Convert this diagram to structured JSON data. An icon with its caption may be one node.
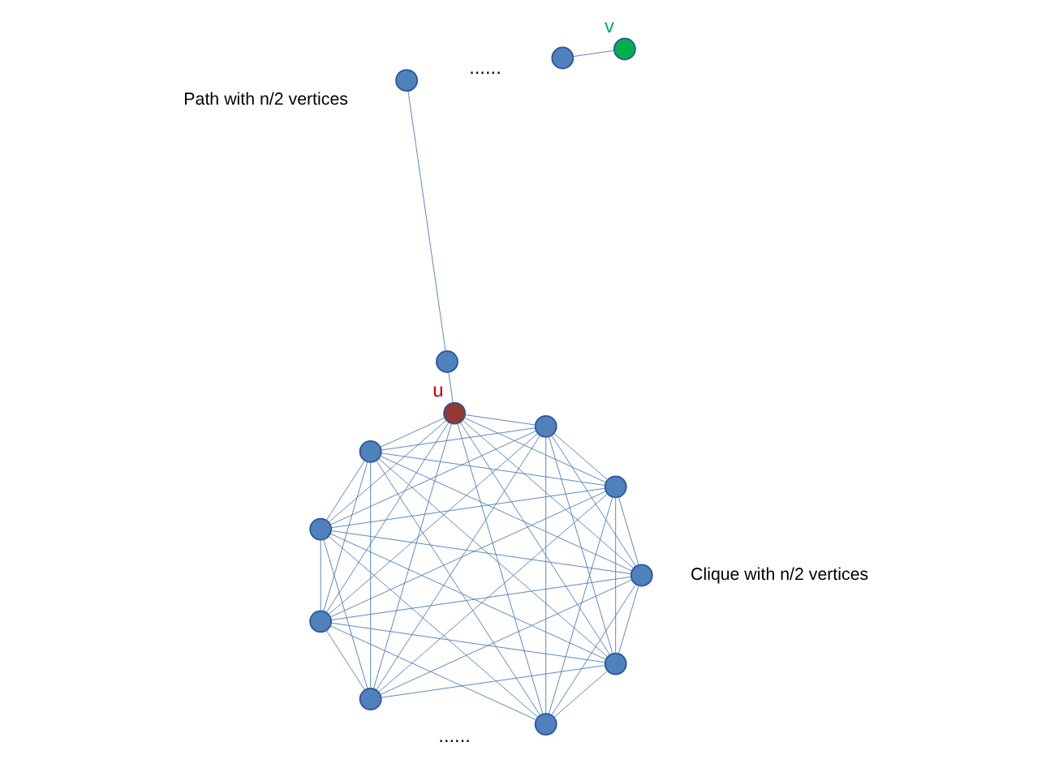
{
  "diagram": {
    "nodes": [
      {
        "text": [],
        "shape": "circle"
      },
      {
        "text": [],
        "shape": "circle"
      },
      {
        "text": [],
        "shape": "circle"
      },
      {
        "text": [],
        "shape": "circle"
      },
      {
        "text": [],
        "shape": "circle",
        "beside": [
          "u"
        ]
      },
      {
        "text": [],
        "shape": "circle"
      },
      {
        "text": [],
        "shape": "circle"
      },
      {
        "text": [],
        "shape": "circle"
      },
      {
        "text": [],
        "shape": "circle"
      },
      {
        "text": [],
        "shape": "circle"
      },
      {
        "text": [],
        "shape": "circle"
      },
      {
        "text": [],
        "shape": "circle"
      },
      {
        "text": [],
        "shape": "circle"
      },
      {
        "text": [],
        "shape": "circle",
        "beside": [
          "v"
        ]
      }
    ],
    "edges": [
      {
        "from": 0,
        "to": 1,
        "arrow": "none"
      },
      {
        "from": 0,
        "to": 2,
        "arrow": "none"
      },
      {
        "from": 0,
        "to": 3,
        "arrow": "none"
      },
      {
        "from": 0,
        "to": 4,
        "arrow": "none"
      },
      {
        "from": 0,
        "to": 5,
        "arrow": "none"
      },
      {
        "from": 0,
        "to": 6,
        "arrow": "none"
      },
      {
        "from": 0,
        "to": 7,
        "arrow": "none"
      },
      {
        "from": 0,
        "to": 8,
        "arrow": "none"
      },
      {
        "from": 0,
        "to": 9,
        "arrow": "none"
      },
      {
        "from": 1,
        "to": 2,
        "arrow": "none"
      },
      {
        "from": 1,
        "to": 3,
        "arrow": "none"
      },
      {
        "from": 1,
        "to": 4,
        "arrow": "none"
      },
      {
        "from": 1,
        "to": 5,
        "arrow": "none"
      },
      {
        "from": 1,
        "to": 6,
        "arrow": "none"
      },
      {
        "from": 1,
        "to": 7,
        "arrow": "none"
      },
      {
        "from": 1,
        "to": 8,
        "arrow": "none"
      },
      {
        "from": 1,
        "to": 9,
        "arrow": "none"
      },
      {
        "from": 2,
        "to": 3,
        "arrow": "none"
      },
      {
        "from": 2,
        "to": 4,
        "arrow": "none"
      },
      {
        "from": 2,
        "to": 6,
        "arrow": "none"
      },
      {
        "from": 2,
        "to": 7,
        "arrow": "none"
      },
      {
        "from": 2,
        "to": 8,
        "arrow": "none"
      },
      {
        "from": 2,
        "to": 9,
        "arrow": "none"
      },
      {
        "from": 3,
        "to": 4,
        "arrow": "none"
      },
      {
        "from": 3,
        "to": 5,
        "arrow": "none"
      },
      {
        "from": 3,
        "to": 6,
        "arrow": "none"
      },
      {
        "from": 3,
        "to": 7,
        "arrow": "none"
      },
      {
        "from": 3,
        "to": 8,
        "arrow": "none"
      },
      {
        "from": 3,
        "to": 9,
        "arrow": "none"
      },
      {
        "from": 4,
        "to": 5,
        "arrow": "none"
      },
      {
        "from": 4,
        "to": 6,
        "arrow": "none"
      },
      {
        "from": 4,
        "to": 7,
        "arrow": "none"
      },
      {
        "from": 4,
        "to": 8,
        "arrow": "none"
      },
      {
        "from": 4,
        "to": 9,
        "arrow": "none"
      },
      {
        "from": 5,
        "to": 6,
        "arrow": "none"
      },
      {
        "from": 5,
        "to": 7,
        "arrow": "none"
      },
      {
        "from": 5,
        "to": 8,
        "arrow": "none"
      },
      {
        "from": 5,
        "to": 9,
        "arrow": "none"
      },
      {
        "from": 6,
        "to": 7,
        "arrow": "none"
      },
      {
        "from": 6,
        "to": 8,
        "arrow": "none"
      },
      {
        "from": 6,
        "to": 9,
        "arrow": "none"
      },
      {
        "from": 7,
        "to": 8,
        "arrow": "none"
      },
      {
        "from": 7,
        "to": 9,
        "arrow": "none"
      },
      {
        "from": 8,
        "to": 9,
        "arrow": "none"
      },
      {
        "from": 4,
        "to": 10,
        "arrow": "none"
      },
      {
        "from": 10,
        "to": 11,
        "arrow": "none"
      },
      {
        "from": 12,
        "to": 13,
        "arrow": "none"
      }
    ],
    "labels": [
      "......",
      "......",
      "Path with n/2 vertices",
      "Clique with n/2 vertices"
    ]
  }
}
